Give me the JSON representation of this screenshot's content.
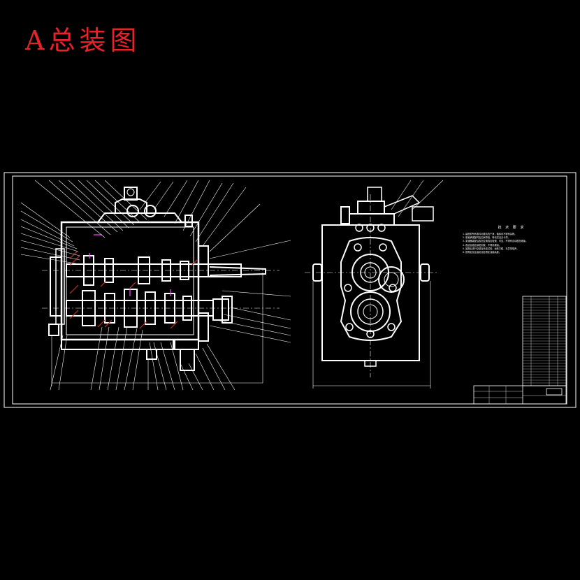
{
  "title": "A总装图",
  "colors": {
    "background": "#000000",
    "lines": "#ffffff",
    "title": "#e8222a",
    "section_hatch": "#e02020",
    "gear_marks": "#ff40ff"
  },
  "notes": {
    "heading": "技 术 要 求",
    "lines": [
      "1. 装配前所有零件均需清洗干净，箱体内不得有杂物。",
      "2. 各轴承装配时应加润滑油，转动灵活无卡滞。",
      "3. 变速器装配后各挡位换挡应轻便、可靠，不得有自动脱挡现象。",
      "4. 各结合面应涂密封胶，不得渗漏油。",
      "5. 装配后进行空载及负载试验，运转平稳，无异常噪声。",
      "6. 按规定加注齿轮油至规定油面高度。"
    ]
  }
}
